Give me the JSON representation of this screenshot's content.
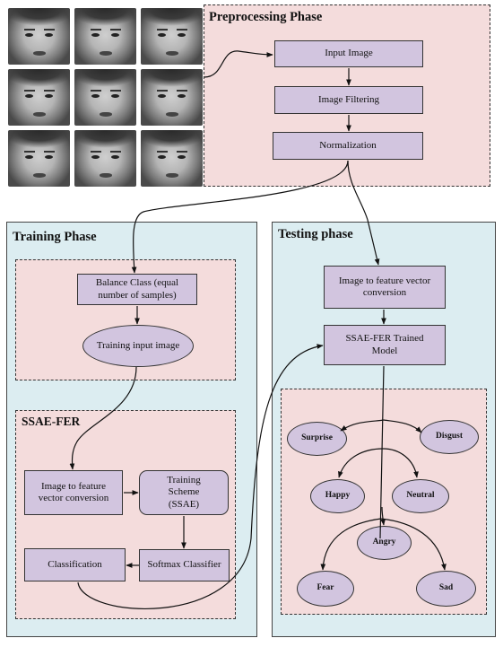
{
  "preprocessing": {
    "title": "Preprocessing Phase",
    "input_image": "Input Image",
    "image_filtering": "Image Filtering",
    "normalization": "Normalization"
  },
  "training": {
    "title": "Training Phase",
    "balance_class": "Balance Class (equal number of samples)",
    "training_input": "Training input image",
    "ssae_title": "SSAE-FER",
    "image_to_feature": "Image  to feature vector conversion",
    "training_scheme": "Training Scheme (SSAE)",
    "softmax": "Softmax Classifier",
    "classification": "Classification"
  },
  "testing": {
    "title": "Testing phase",
    "image_to_feature": "Image to feature vector conversion",
    "trained_model": "SSAE-FER Trained Model",
    "emotions": {
      "surprise": "Surprise",
      "disgust": "Disgust",
      "happy": "Happy",
      "neutral": "Neutral",
      "angry": "Angry",
      "fear": "Fear",
      "sad": "Sad"
    }
  }
}
